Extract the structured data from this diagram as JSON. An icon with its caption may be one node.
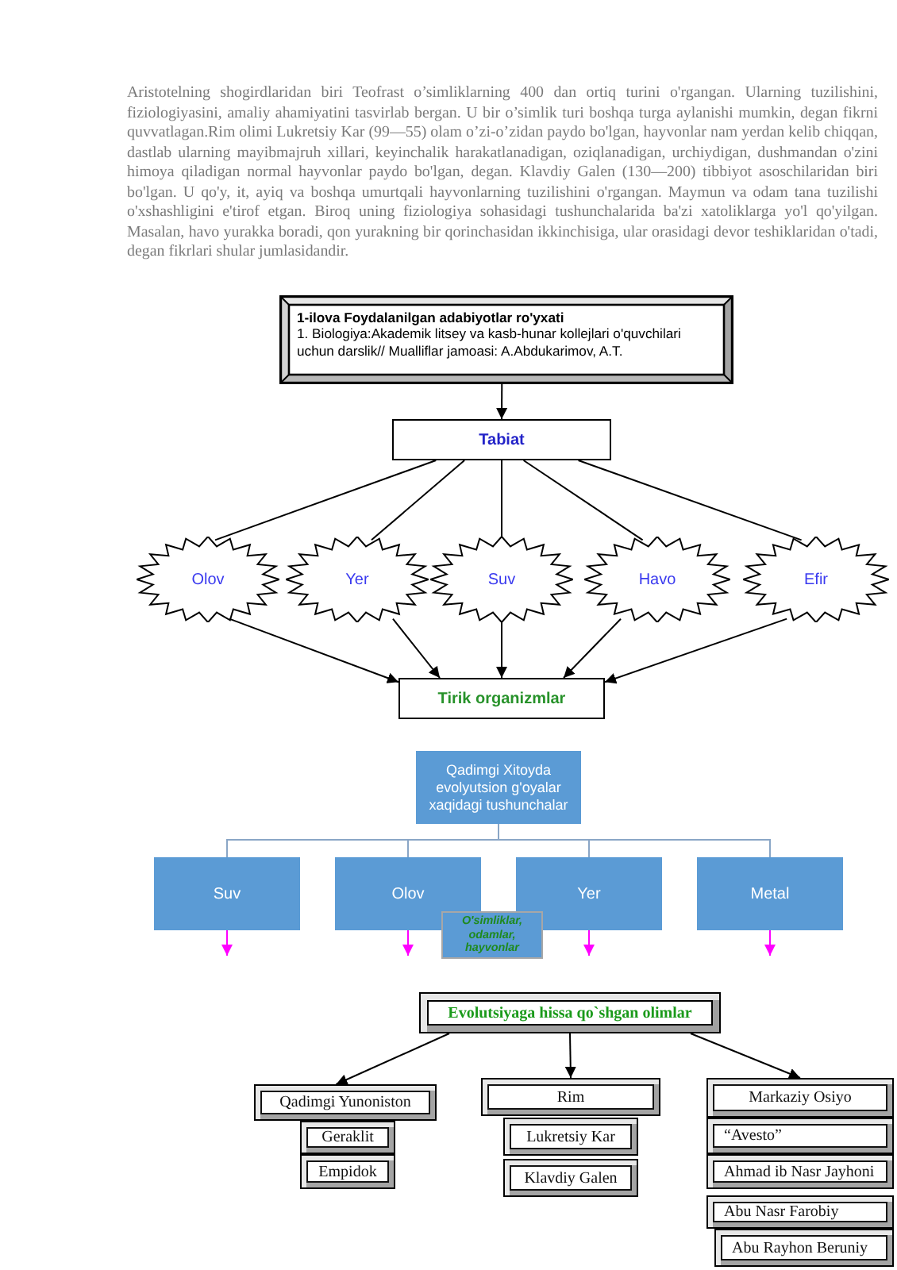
{
  "diagram": {
    "nodes": [
      {
        "text": [
          "1-ilova Foydalanilgan adabiyotlar ro'yxati",
          "1. Biologiya:Akademik litsey va kasb-hunar kollejlari o'quvchilari uchun darslik// Mualliflar jamoasi: A.Abdukarimov, A.T."
        ]
      },
      {
        "text": [
          "Tabiat"
        ]
      },
      {
        "text": [
          "Olov"
        ]
      },
      {
        "text": [
          "Yer"
        ]
      },
      {
        "text": [
          "Suv"
        ]
      },
      {
        "text": [
          "Havo"
        ]
      },
      {
        "text": [
          "Efir"
        ]
      },
      {
        "text": [
          "Tirik organizmlar"
        ]
      },
      {
        "text": [
          "Qadimgi Xitoyda evolyutsion g'oyalar xaqidagi tushunchalar"
        ]
      },
      {
        "text": [
          "Suv"
        ]
      },
      {
        "text": [
          "Olov"
        ]
      },
      {
        "text": [
          "Yer"
        ]
      },
      {
        "text": [
          "Metal"
        ]
      },
      {
        "text": [
          "O'simliklar, odamlar, hayvonlar"
        ]
      },
      {
        "text": [
          "Evolutsiyaga hissa qo`shgan olimlar"
        ]
      },
      {
        "text": [
          "Qadimgi Yunoniston"
        ]
      },
      {
        "text": [
          "Geraklit"
        ]
      },
      {
        "text": [
          "Empidok"
        ]
      },
      {
        "text": [
          "Rim"
        ]
      },
      {
        "text": [
          "Lukretsiy Kar"
        ]
      },
      {
        "text": [
          "Klavdiy Galen"
        ]
      },
      {
        "text": [
          "Markaziy Osiyo"
        ]
      },
      {
        "text": [
          "“Avesto”"
        ]
      },
      {
        "text": [
          "Ahmad ib Nasr Jayhoni"
        ]
      },
      {
        "text": [
          "Abu Nasr Farobiy"
        ]
      },
      {
        "text": [
          "Abu Rayhon Beruniy"
        ]
      }
    ],
    "edges": [
      {
        "from": 0,
        "to": 1,
        "arrow": "to"
      },
      {
        "from": 1,
        "to": 2,
        "arrow": "none"
      },
      {
        "from": 1,
        "to": 3,
        "arrow": "none"
      },
      {
        "from": 1,
        "to": 4,
        "arrow": "none"
      },
      {
        "from": 1,
        "to": 5,
        "arrow": "none"
      },
      {
        "from": 1,
        "to": 6,
        "arrow": "none"
      },
      {
        "from": 2,
        "to": 7,
        "arrow": "to"
      },
      {
        "from": 3,
        "to": 7,
        "arrow": "to"
      },
      {
        "from": 4,
        "to": 7,
        "arrow": "to"
      },
      {
        "from": 5,
        "to": 7,
        "arrow": "to"
      },
      {
        "from": 6,
        "to": 7,
        "arrow": "to"
      },
      {
        "from": 8,
        "to": 9,
        "arrow": "none",
        "color": "#8aa6c6"
      },
      {
        "from": 8,
        "to": 10,
        "arrow": "none",
        "color": "#8aa6c6"
      },
      {
        "from": 8,
        "to": 11,
        "arrow": "none",
        "color": "#8aa6c6"
      },
      {
        "from": 8,
        "to": 12,
        "arrow": "none",
        "color": "#8aa6c6"
      },
      {
        "from": 9,
        "to": null,
        "arrow": "to",
        "color": "#ff00ff"
      },
      {
        "from": 10,
        "to": null,
        "arrow": "to",
        "color": "#ff00ff"
      },
      {
        "from": 11,
        "to": null,
        "arrow": "to",
        "color": "#ff00ff"
      },
      {
        "from": 12,
        "to": null,
        "arrow": "to",
        "color": "#ff00ff"
      },
      {
        "from": 14,
        "to": 15,
        "arrow": "to"
      },
      {
        "from": 14,
        "to": 18,
        "arrow": "to"
      },
      {
        "from": 14,
        "to": 21,
        "arrow": "to"
      }
    ],
    "labels": [
      "Aristotelning shogirdlaridan biri Teofrast o’simliklarning 400 dan ortiq turini o'rgangan. Ularning tuzilishini, fiziologiyasini, amaliy ahamiyatini tasvirlab bergan. U bir o’simlik turi boshqa turga aylanishi mumkin, degan fikrni quvvatlagan.Rim olimi Lukretsiy Kar (99—55) olam o’zi-o’zidan paydo bo'lgan, hayvonlar nam yerdan kelib chiqqan, dastlab ularning mayibmajruh xillari, keyinchalik harakatlanadigan, oziqlanadigan, urchiydigan, dushmandan o'zini himoya qiladigan normal hayvonlar paydo bo'lgan, degan. Klavdiy Galen (130—200) tibbiyot asoschilaridan biri bo'lgan. U qo'y, it, ayiq va boshqa umurtqali hayvonlarning tuzilishini o'rgangan. Maymun va odam tana tuzilishi o'xshashligini e'tirof etgan. Biroq uning fiziologiya sohasidagi tushunchalarida ba'zi xatoliklarga yo'l qo'yilgan. Masalan, havo yurakka boradi, qon yurakning bir qorinchasidan ikkinchisiga, ular orasidagi devor teshiklaridan o'tadi, degan fikrlari shular jumlasidandir."
    ]
  }
}
